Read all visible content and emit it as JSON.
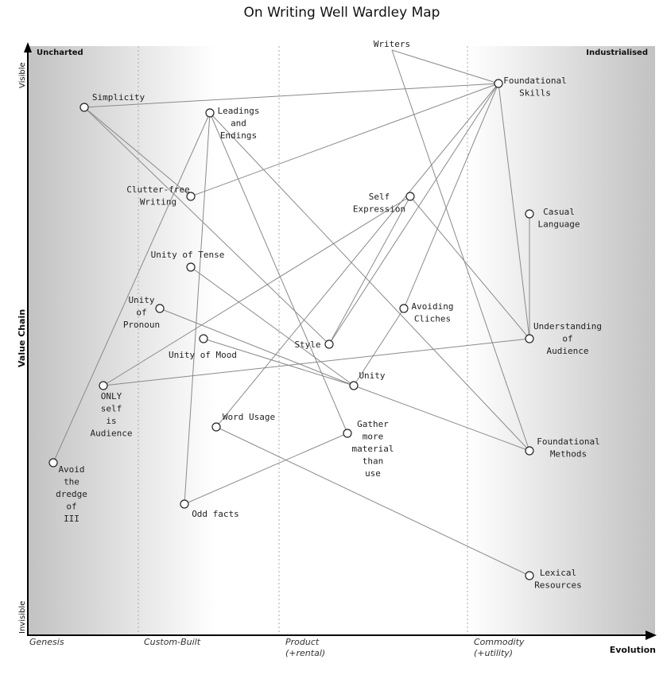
{
  "title": "On Writing Well Wardley Map",
  "axes": {
    "y_label": "Value Chain",
    "y_top": "Visible",
    "y_bottom": "Invisible",
    "x_label": "Evolution"
  },
  "corners": {
    "left": "Uncharted",
    "right": "Industrialised"
  },
  "stages": [
    {
      "name": "Genesis",
      "sub": ""
    },
    {
      "name": "Custom-Built",
      "sub": ""
    },
    {
      "name": "Product",
      "sub": "(+rental)"
    },
    {
      "name": "Commodity",
      "sub": "(+utility)"
    }
  ],
  "nodes": [
    {
      "id": "writers",
      "label": "Writers"
    },
    {
      "id": "foundational-skills",
      "label": "Foundational\nSkills"
    },
    {
      "id": "simplicity",
      "label": "Simplicity"
    },
    {
      "id": "leadings",
      "label": "Leadings\nand\nEndings"
    },
    {
      "id": "clutter",
      "label": "Clutter-free\nWriting"
    },
    {
      "id": "self-expression",
      "label": "Self\nExpression"
    },
    {
      "id": "casual",
      "label": "Casual\nLanguage"
    },
    {
      "id": "tense",
      "label": "Unity of Tense"
    },
    {
      "id": "pronoun",
      "label": "Unity\nof\nPronoun"
    },
    {
      "id": "avoiding",
      "label": "Avoiding\nCliches"
    },
    {
      "id": "mood",
      "label": "Unity of Mood"
    },
    {
      "id": "style",
      "label": "Style"
    },
    {
      "id": "understanding",
      "label": "Understanding\nof\nAudience"
    },
    {
      "id": "only-self",
      "label": "ONLY\nself\nis\nAudience"
    },
    {
      "id": "unity",
      "label": "Unity"
    },
    {
      "id": "word-usage",
      "label": "Word Usage"
    },
    {
      "id": "gather",
      "label": "Gather\nmore\nmaterial\nthan\nuse"
    },
    {
      "id": "foundational-methods",
      "label": "Foundational\nMethods"
    },
    {
      "id": "avoid-dredge",
      "label": "Avoid\nthe\ndredge\nof\nIII"
    },
    {
      "id": "odd-facts",
      "label": "Odd facts"
    },
    {
      "id": "lexical",
      "label": "Lexical\nResources"
    }
  ],
  "links": [
    [
      "writers",
      "foundational-skills"
    ],
    [
      "writers",
      "foundational-methods"
    ],
    [
      "foundational-skills",
      "simplicity"
    ],
    [
      "foundational-skills",
      "clutter"
    ],
    [
      "foundational-skills",
      "style"
    ],
    [
      "foundational-skills",
      "word-usage"
    ],
    [
      "foundational-skills",
      "avoiding"
    ],
    [
      "foundational-skills",
      "understanding"
    ],
    [
      "simplicity",
      "clutter"
    ],
    [
      "simplicity",
      "style"
    ],
    [
      "leadings",
      "avoid-dredge"
    ],
    [
      "leadings",
      "odd-facts"
    ],
    [
      "leadings",
      "gather"
    ],
    [
      "leadings",
      "foundational-methods"
    ],
    [
      "self-expression",
      "style"
    ],
    [
      "self-expression",
      "only-self"
    ],
    [
      "self-expression",
      "understanding"
    ],
    [
      "casual",
      "understanding"
    ],
    [
      "tense",
      "unity"
    ],
    [
      "pronoun",
      "unity"
    ],
    [
      "mood",
      "unity"
    ],
    [
      "unity",
      "foundational-methods"
    ],
    [
      "avoiding",
      "unity"
    ],
    [
      "understanding",
      "only-self"
    ],
    [
      "word-usage",
      "lexical"
    ],
    [
      "gather",
      "odd-facts"
    ]
  ]
}
